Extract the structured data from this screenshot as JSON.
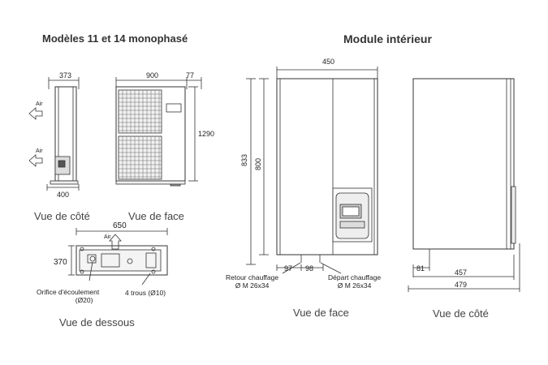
{
  "titles": {
    "outdoor": "Modèles 11 et 14 monophasé",
    "indoor": "Module intérieur"
  },
  "views": {
    "outdoor_side": "Vue de côté",
    "outdoor_front": "Vue de face",
    "outdoor_bottom": "Vue de dessous",
    "indoor_front": "Vue de face",
    "indoor_side": "Vue de côté"
  },
  "dimensions": {
    "out_side_depth_top": "373",
    "out_side_depth_bottom": "400",
    "out_front_width": "900",
    "out_front_offset": "77",
    "out_front_height": "1290",
    "out_bottom_width": "650",
    "out_bottom_depth": "370",
    "in_front_width": "450",
    "in_front_height_outer": "833",
    "in_front_height_inner": "800",
    "in_front_pipe_left": "97",
    "in_front_pipe_spacing": "98",
    "in_side_offset": "81",
    "in_side_depth_inner": "457",
    "in_side_depth_outer": "479"
  },
  "labels": {
    "air_top": "Air",
    "air_bottom": "Air",
    "air_under": "Air",
    "drain_line1": "Orifice d'écoulement",
    "drain_line2": "(Ø20)",
    "holes": "4 trous (Ø10)",
    "return_line1": "Retour chauffage",
    "return_line2": "Ø M 26x34",
    "supply_line1": "Départ chauffage",
    "supply_line2": "Ø M 26x34"
  }
}
